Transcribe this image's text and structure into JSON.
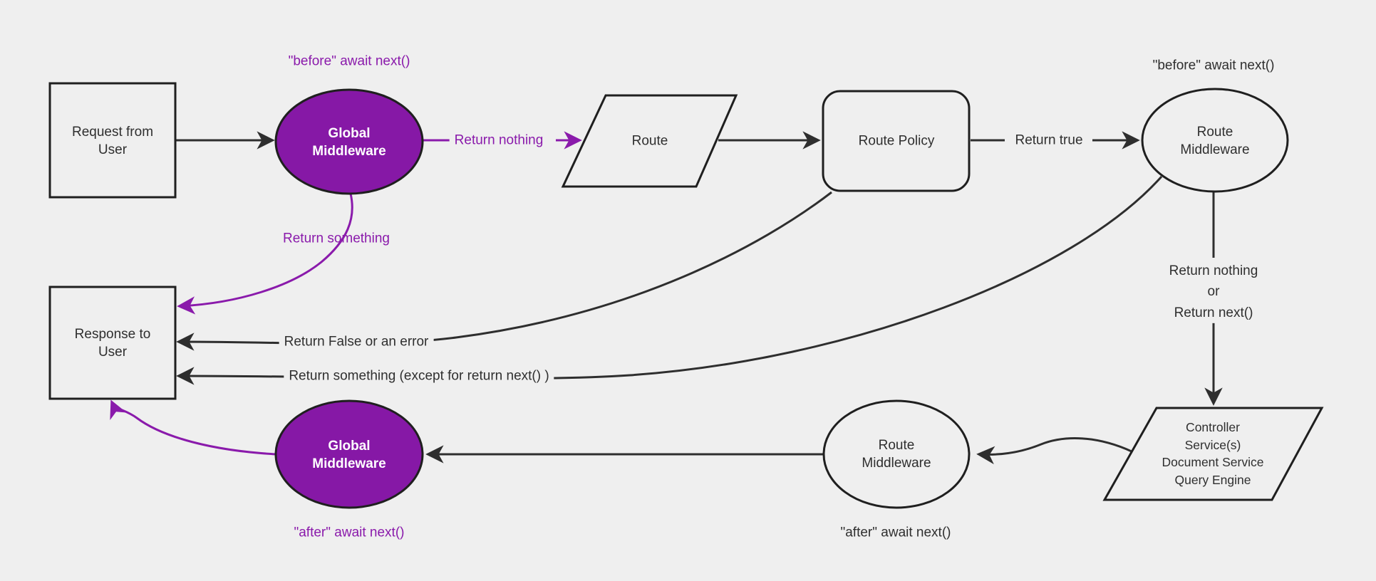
{
  "diagram": {
    "colors": {
      "background": "#efefef",
      "node_fill": "#efefef",
      "node_border": "#1f1f1f",
      "node_text": "#2f2f2f",
      "line": "#2e2e2e",
      "purple": "#8a1aab",
      "purple_fill": "#8618a6"
    },
    "nodes": {
      "request": {
        "label": "Request from\nUser"
      },
      "global_middleware_top": {
        "label": "Global\nMiddleware"
      },
      "route": {
        "label": "Route"
      },
      "route_policy": {
        "label": "Route Policy"
      },
      "route_middleware_top": {
        "label": "Route\nMiddleware"
      },
      "controller": {
        "label": "Controller\nService(s)\nDocument Service\nQuery Engine"
      },
      "route_middleware_bottom": {
        "label": "Route\nMiddleware"
      },
      "global_middleware_bottom": {
        "label": "Global\nMiddleware"
      },
      "response": {
        "label": "Response to\nUser"
      }
    },
    "edge_labels": {
      "before_global": "\"before\" await next()",
      "return_nothing": "Return nothing",
      "return_something": "Return something",
      "return_true": "Return true",
      "before_route": "\"before\" await next()",
      "return_nothing_or_next": "Return nothing\nor\nReturn next()",
      "return_false_or_error": "Return False or an error",
      "return_something_except": "Return something (except for return next() )",
      "after_route": "\"after\" await next()",
      "after_global": "\"after\" await next()"
    }
  }
}
